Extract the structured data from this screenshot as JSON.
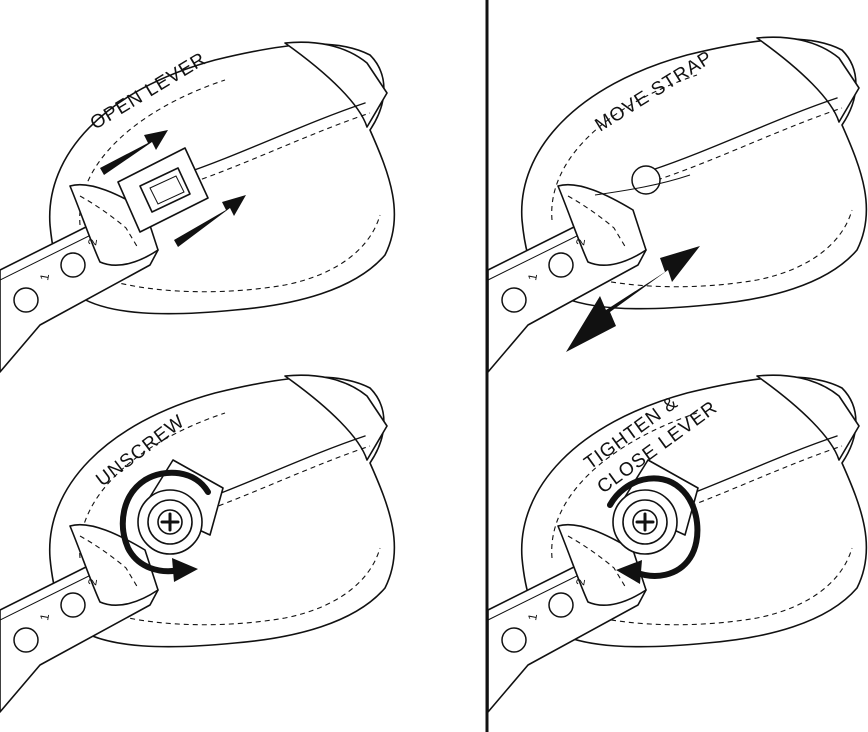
{
  "panels": {
    "open_lever": {
      "label": "OPEN LEVER"
    },
    "move_strap": {
      "label": "MOVE STRAP"
    },
    "unscrew": {
      "label": "UNSCREW"
    },
    "tighten_close": {
      "label_line1": "TIGHTEN &",
      "label_line2": "CLOSE LEVER"
    }
  },
  "strap": {
    "hole_number_1": "1",
    "hole_number_2": "2"
  },
  "colors": {
    "ink": "#111111",
    "background": "#ffffff"
  }
}
